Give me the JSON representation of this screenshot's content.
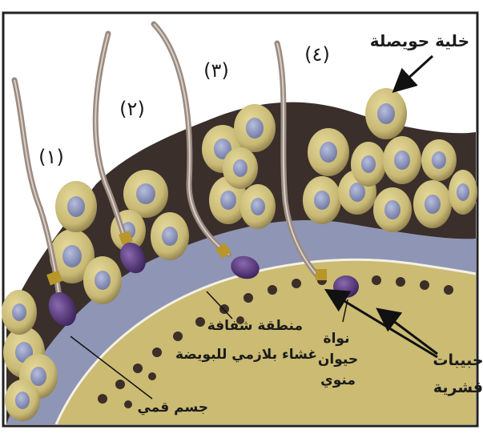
{
  "labels": {
    "stage_1": "(١)",
    "stage_2": "(٢)",
    "stage_3": "(٣)",
    "stage_4": "(٤)",
    "follicle_cell": "خلية حويصلة",
    "zona_pellucida": "منطقة شفافة",
    "plasma_membrane": "غشاء بلازمي للبويضة",
    "acrosome": "جسم قمي",
    "sperm_nucleus_line1": "نواة",
    "sperm_nucleus_line2": "حيوان",
    "sperm_nucleus_line3": "منوي",
    "cortical_granules_line1": "حبيبات",
    "cortical_granules_line2": "قشرية"
  },
  "colors": {
    "follicle_cell": "#cdbf7c",
    "follicle_nucleus": "#8a93b8",
    "background_tissue": "#3a2f2a",
    "zona_pellucida": "#8f95b4",
    "egg_cytoplasm": "#cbbb73",
    "cortical_granule": "#3c2e28",
    "sperm_head": "#4a2f6a",
    "sperm_tail": "#9a8a80"
  },
  "icons": {
    "sperm": "sperm-icon",
    "arrow": "arrow-icon"
  }
}
